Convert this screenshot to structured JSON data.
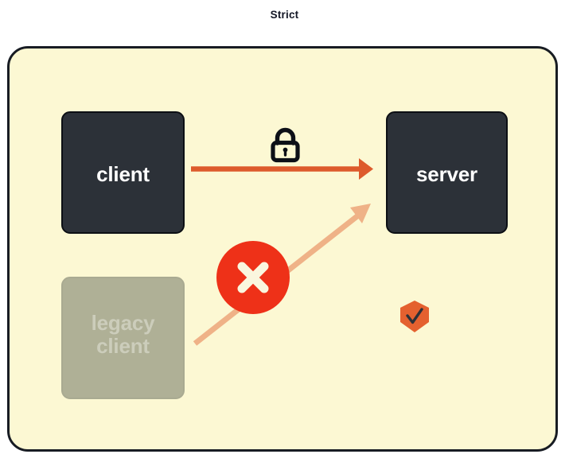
{
  "title": "Strict",
  "diagram": {
    "type": "network-policy-diagram",
    "container": {
      "background_color": "#FCF8D3",
      "border_color": "#181C23"
    },
    "nodes": [
      {
        "id": "client",
        "label": "client",
        "state": "enabled",
        "has_certificate_badge": true,
        "badge_icon": "shield-check-icon",
        "badge_position": "bottom-right",
        "fill_color": "#2C3138",
        "text_color": "#FFFFFF"
      },
      {
        "id": "server",
        "label": "server",
        "state": "enabled",
        "has_certificate_badge": true,
        "badge_icon": "shield-check-icon",
        "badge_position": "bottom-left",
        "fill_color": "#2C3138",
        "text_color": "#FFFFFF"
      },
      {
        "id": "legacy-client",
        "label_line1": "legacy",
        "label_line2": "client",
        "state": "disabled",
        "has_certificate_badge": false,
        "fill_color": "#AFB096",
        "text_color": "#CCCDBB"
      }
    ],
    "connections": [
      {
        "id": "secure-connection",
        "from": "client",
        "to": "server",
        "state": "allowed",
        "icon": "lock-icon",
        "color": "#DD5B2C",
        "style": "solid"
      },
      {
        "id": "insecure-connection",
        "from": "legacy-client",
        "to": "server",
        "state": "blocked",
        "marker": "x-circle-icon",
        "color": "#EFB287",
        "marker_color": "#EE3118",
        "marker_glyph_color": "#FAF6DE",
        "style": "faded"
      }
    ]
  },
  "icons": {
    "lock": "lock-closed-icon",
    "shield": "shield-check-icon",
    "block": "x-circle-icon"
  },
  "colors": {
    "accent_orange": "#DD5B2C",
    "shield_orange": "#E4612F",
    "block_red": "#EE3118",
    "panel_yellow": "#FCF8D3",
    "node_dark": "#2C3138",
    "legacy_gray": "#AFB096"
  }
}
